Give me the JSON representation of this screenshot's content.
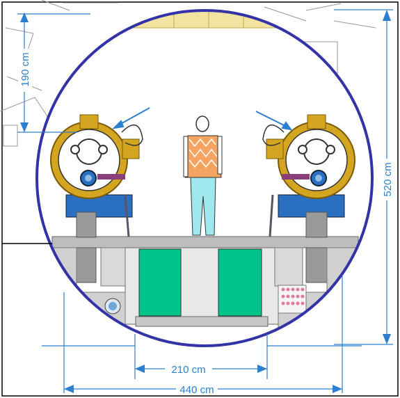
{
  "dimensions": {
    "height_top": "190 cm",
    "height_total": "520 cm",
    "width_inner": "210 cm",
    "width_outer": "440 cm"
  },
  "colors": {
    "tunnel_wall": "#3333a8",
    "dimension_lines": "#2a7fd0",
    "floor_slab": "#b9b9b9",
    "green_cabinet": "#00c58a",
    "magnet_gold": "#c99a18",
    "support_blue": "#2b6fc0",
    "person_shirt": "#f4a460",
    "person_pants": "#9fe8ee"
  },
  "icons": {
    "person": "person-figure",
    "magnet": "accelerator-magnet"
  }
}
